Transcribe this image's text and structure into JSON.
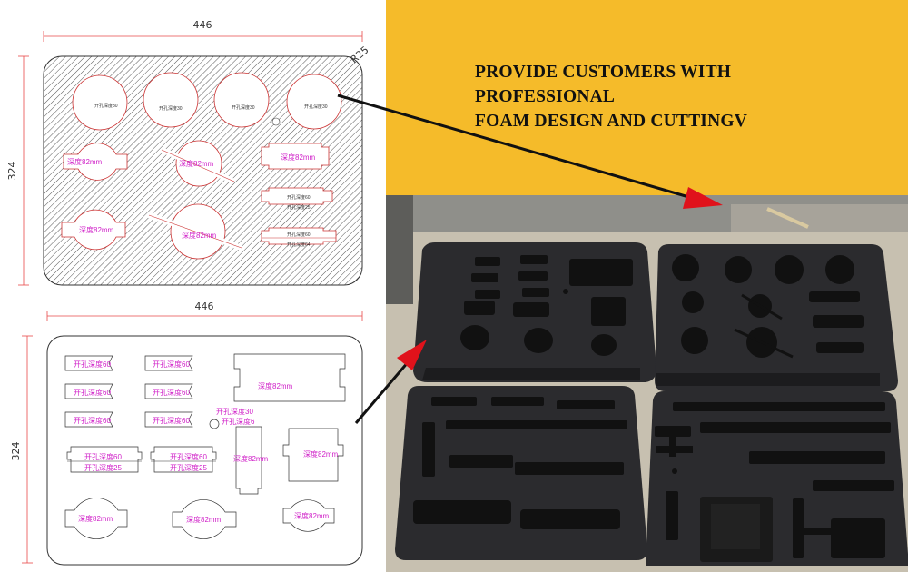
{
  "headline": {
    "line1": "PROVIDE CUSTOMERS WITH PROFESSIONAL",
    "line2": "FOAM DESIGN AND CUTTINGV"
  },
  "top_drawing": {
    "width_dim": "446",
    "height_dim": "324",
    "radius_label": "R25",
    "circle_labels": [
      "开孔深度30",
      "开孔深度30",
      "开孔深度30",
      "开孔深度30"
    ],
    "pocket_labels": [
      "深度82mm",
      "深度82mm",
      "深度82mm",
      "深度82mm",
      "深度82mm"
    ],
    "small_labels": [
      "开孔深度60",
      "开孔深度25",
      "开孔深度60",
      "开孔深度64"
    ]
  },
  "bottom_drawing": {
    "width_dim": "446",
    "height_dim": "324",
    "slot_labels": [
      "开孔深度60",
      "开孔深度60",
      "开孔深度60",
      "开孔深度60",
      "开孔深度60",
      "开孔深度60"
    ],
    "block_label": "深度82mm",
    "hole_label_1": "开孔深度30",
    "hole_label_2": "开孔深度6",
    "tall_label": "深度82mm",
    "square_label": "深度82mm",
    "double_labels": [
      "开孔深度60",
      "开孔深度25",
      "开孔深度60",
      "开孔深度25"
    ],
    "bottom_labels": [
      "深度82mm",
      "深度82mm",
      "深度82mm"
    ]
  },
  "colors": {
    "banner": "#f5bb2a",
    "foam": "#2b2b2e",
    "arrow": "#e0121b",
    "label_magenta": "#d020c8"
  }
}
